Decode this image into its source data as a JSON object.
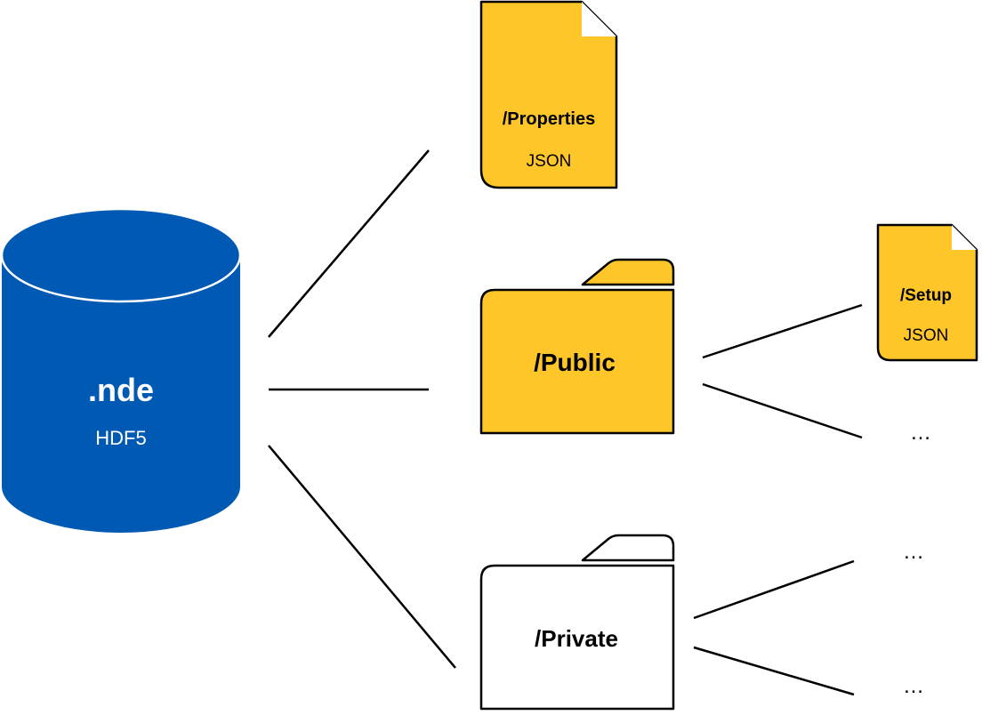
{
  "colors": {
    "db_fill": "#0059b3",
    "file_fill": "#ffc629",
    "folder_private_fill": "#ffffff",
    "stroke": "#000000",
    "db_text": "#ffffff"
  },
  "database": {
    "name": ".nde",
    "format": "HDF5",
    "icon": "database-cylinder-icon"
  },
  "properties": {
    "name": "/Properties",
    "type": "JSON",
    "icon": "document-icon"
  },
  "public": {
    "name": "/Public",
    "icon": "folder-icon"
  },
  "setup": {
    "name": "/Setup",
    "type": "JSON",
    "icon": "document-icon"
  },
  "private": {
    "name": "/Private",
    "icon": "folder-icon"
  },
  "ellipsis": {
    "public_more": "…",
    "private_more_top": "…",
    "private_more_bottom": "…"
  }
}
